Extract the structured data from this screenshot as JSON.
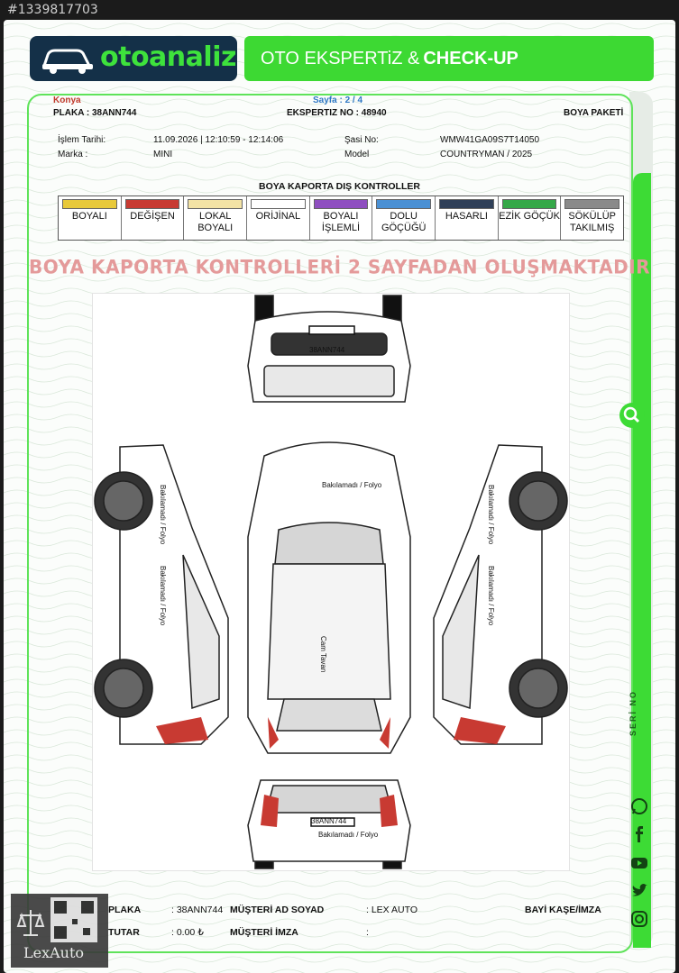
{
  "top_id": "#1339817703",
  "brand": {
    "logo_text": "otoanaliz",
    "header_left": "OTO EKSPERTiZ &",
    "header_right": "CHECK-UP"
  },
  "report": {
    "city": "Konya",
    "page": "Sayfa : 2 / 4",
    "plate_line": "PLAKA : 38ANN744",
    "expertise_no": "EKSPERTIZ NO : 48940",
    "package": "BOYA PAKETİ",
    "date_label": "İşlem Tarihi:",
    "date_value": "11.09.2026 | 12:10:59 - 12:14:06",
    "make_label": "Marka :",
    "make_value": "MINI",
    "chassis_label": "Şasi No:",
    "chassis_value": "WMW41GA09S7T14050",
    "model_label": "Model",
    "model_value": "COUNTRYMAN / 2025"
  },
  "section_title": "BOYA KAPORTA DIŞ KONTROLLER",
  "legend": [
    {
      "label": "BOYALI",
      "color": "#e8c93a"
    },
    {
      "label": "DEĞİŞEN",
      "color": "#c83a32"
    },
    {
      "label": "LOKAL BOYALI",
      "color": "#f3e3a5"
    },
    {
      "label": "ORİJİNAL",
      "color": "#ffffff"
    },
    {
      "label": "BOYALI İŞLEMLİ",
      "color": "#8f4fc0"
    },
    {
      "label": "DOLU GÖÇÜĞÜ",
      "color": "#4a90d4"
    },
    {
      "label": "HASARLI",
      "color": "#2f3f58"
    },
    {
      "label": "EZİK GÖÇÜK",
      "color": "#35a848"
    },
    {
      "label": "SÖKÜLÜP TAKILMIŞ",
      "color": "#8a8a8a"
    }
  ],
  "watermark": "BOYA KAPORTA KONTROLLERİ 2 SAYFADAN OLUŞMAKTADIR",
  "diagram": {
    "plate_text": "38ANN744",
    "note": "Bakılamadı / Folyo",
    "roof_note": "Cam Tavan"
  },
  "side_label": "SERİ NO",
  "footer": {
    "plate_label": "PLAKA",
    "plate_value": ": 38ANN744",
    "total_label": "TUTAR",
    "total_value": ": 0.00 ₺",
    "customer_label": "MÜŞTERİ AD SOYAD",
    "customer_value": ": LEX AUTO",
    "signature_label": "MÜŞTERİ İMZA",
    "signature_value": ":",
    "stamp_label": "BAYİ KAŞE/İMZA"
  },
  "qr_caption": "LexAuto",
  "colors": {
    "brand_green": "#3dd933",
    "brand_navy": "#143048",
    "red_accent": "#c0392b"
  }
}
